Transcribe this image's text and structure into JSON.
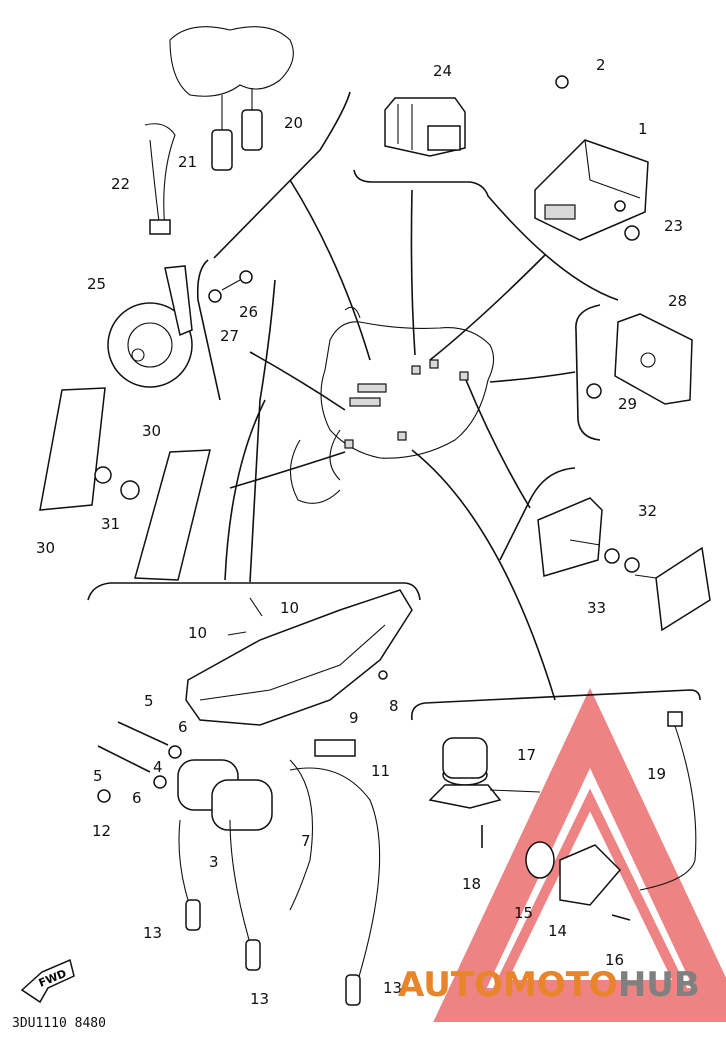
{
  "diagram_code": "3DU1110 8480",
  "fwd_arrow_label": "FWD",
  "watermark": {
    "brand_prefix": "AUTOMOTO",
    "brand_suffix": "HUB",
    "color_primary": "#e8842a",
    "color_secondary": "#808080",
    "triangle_color": "#e85a5a"
  },
  "callouts": {
    "c1": "1",
    "c2": "2",
    "c3": "3",
    "c4": "4",
    "c5a": "5",
    "c5b": "5",
    "c6a": "6",
    "c6b": "6",
    "c7": "7",
    "c8": "8",
    "c9": "9",
    "c10a": "10",
    "c10b": "10",
    "c11": "11",
    "c12": "12",
    "c13a": "13",
    "c13b": "13",
    "c13c": "13",
    "c14": "14",
    "c15": "15",
    "c16": "16",
    "c17": "17",
    "c18": "18",
    "c19": "19",
    "c20": "20",
    "c21": "21",
    "c22": "22",
    "c23": "23",
    "c24": "24",
    "c25": "25",
    "c26": "26",
    "c27": "27",
    "c28": "28",
    "c29": "29",
    "c30a": "30",
    "c30b": "30",
    "c31": "31",
    "c32": "32",
    "c33": "33"
  }
}
